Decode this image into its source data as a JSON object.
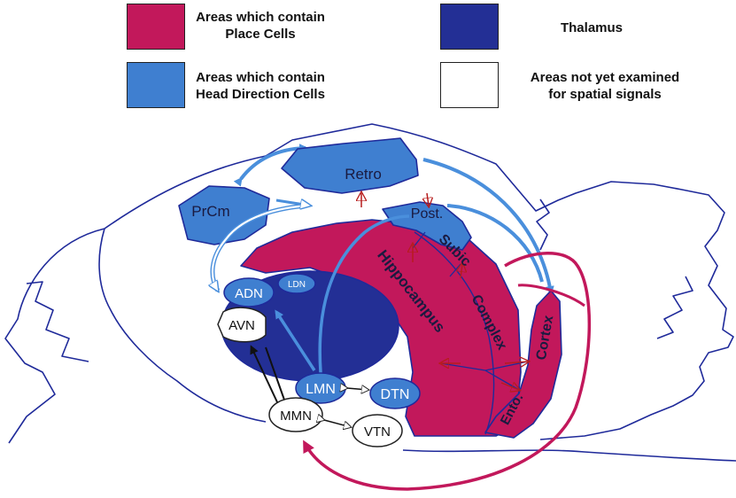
{
  "legend": {
    "place_cells": {
      "line1": "Areas which contain",
      "line2": "Place Cells",
      "color": "#c2185b"
    },
    "head_direction": {
      "line1": "Areas which contain",
      "line2": "Head Direction Cells",
      "color": "#3f7fd0"
    },
    "thalamus": {
      "line1": "Thalamus",
      "color": "#232f95"
    },
    "not_examined": {
      "line1": "Areas not yet examined",
      "line2": "for spatial signals",
      "color": "#ffffff"
    }
  },
  "regions": {
    "retro": "Retro",
    "prcm": "PrCm",
    "post": "Post.",
    "adn": "ADN",
    "ldn": "LDN",
    "avn": "AVN",
    "lmn": "LMN",
    "dtn": "DTN",
    "mmn": "MMN",
    "vtn": "VTN",
    "subic": "Subic",
    "complex": "Complex",
    "hippocampus": "Hippocampus",
    "cortex": "Cortex",
    "ento": "Ento."
  },
  "colors": {
    "outline": "#1f2a9a",
    "place": "#c2185b",
    "hd": "#3f7fd0",
    "thalamus": "#232f95",
    "arrow_blue": "#4a8fdc"
  }
}
